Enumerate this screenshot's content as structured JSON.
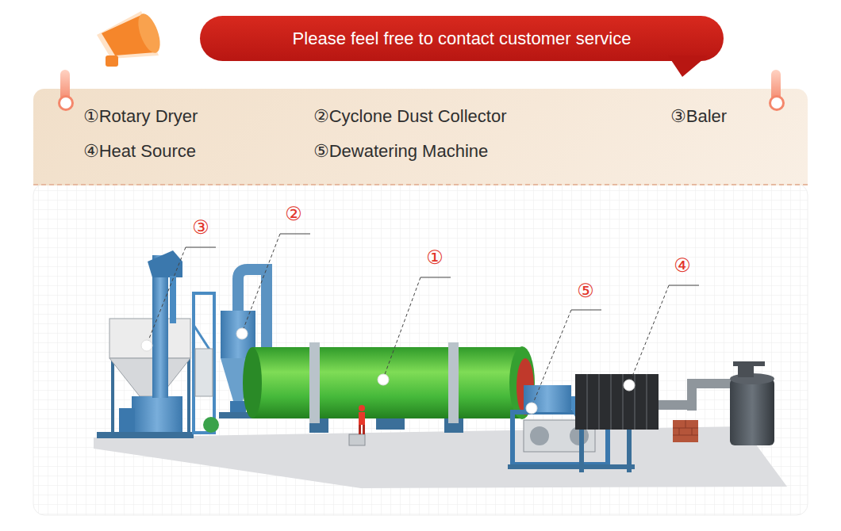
{
  "diagram": {
    "nodes": [
      {
        "text": [
          "Please feel free to contact customer service"
        ]
      },
      {
        "text": [
          "①Rotary Dryer",
          "②Cyclone Dust Collector",
          "③Baler",
          "④Heat Source",
          "⑤Dewatering Machine"
        ]
      },
      {
        "text": [
          "③"
        ]
      },
      {
        "text": [
          "②"
        ]
      },
      {
        "text": [
          "①"
        ]
      },
      {
        "text": [
          "⑤"
        ]
      },
      {
        "text": [
          "④"
        ]
      }
    ]
  }
}
